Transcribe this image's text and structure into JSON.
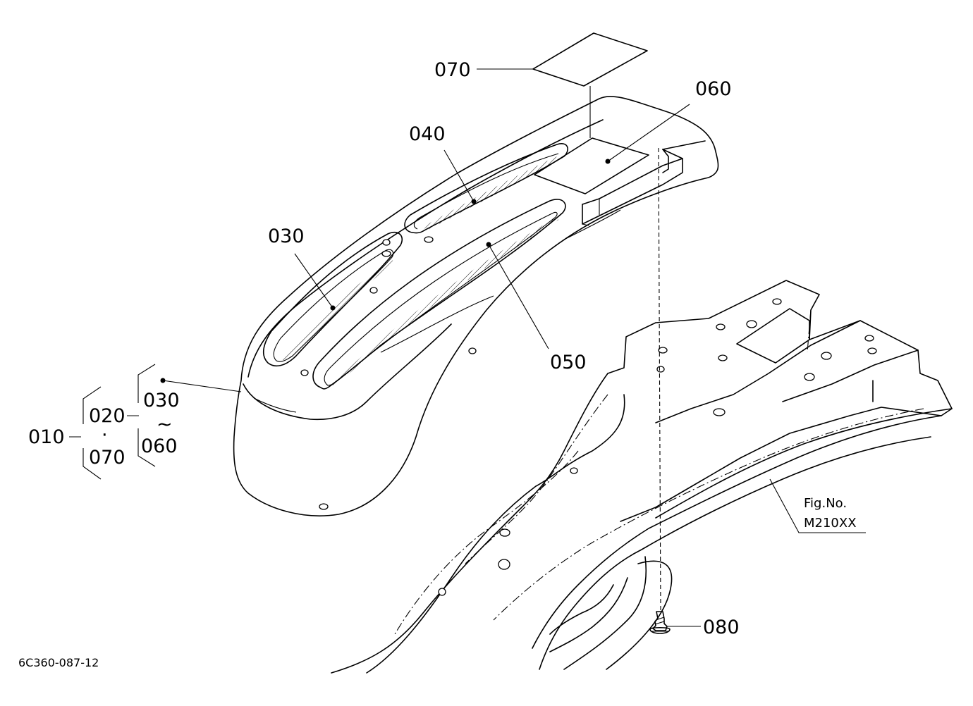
{
  "parts": {
    "p070_top": "070",
    "p060": "060",
    "p040": "040",
    "p030": "030",
    "p050": "050",
    "p080": "080"
  },
  "assembly": {
    "main": "010",
    "sub_top": "020",
    "dot": "·",
    "sub_bottom": "070",
    "range_top": "030",
    "range_sep": "~",
    "range_bottom": "060"
  },
  "figure_ref": {
    "line1": "Fig.No.",
    "line2": "M210XX"
  },
  "drawing_code": "6C360-087-12"
}
